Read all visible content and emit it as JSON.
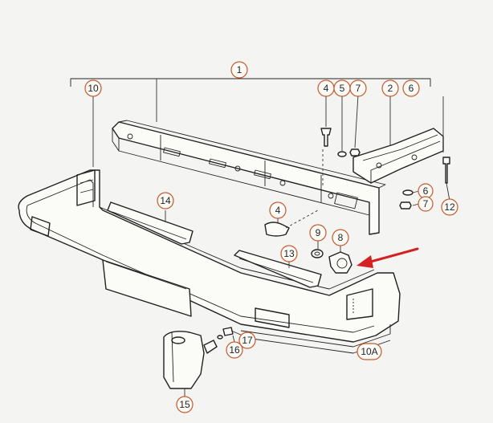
{
  "diagram": {
    "callouts": {
      "c1": "1",
      "c2": "2",
      "c4a": "4",
      "c4b": "4",
      "c5": "5",
      "c6a": "6",
      "c6b": "6",
      "c7a": "7",
      "c7b": "7",
      "c8": "8",
      "c9": "9",
      "c10": "10",
      "c10a": "10A",
      "c12": "12",
      "c13": "13",
      "c14": "14",
      "c15": "15",
      "c16": "16",
      "c17": "17"
    },
    "callout_ring_color": "#c8582a",
    "arrow_color": "#d42020"
  }
}
